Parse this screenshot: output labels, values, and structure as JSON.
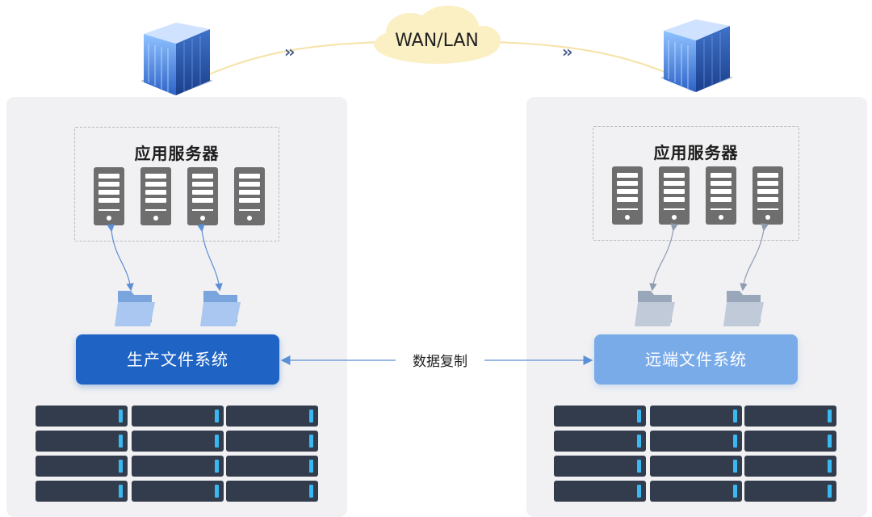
{
  "network": {
    "label": "WAN/LAN"
  },
  "left_site": {
    "server_group_title": "应用服务器",
    "file_system_label": "生产文件系统"
  },
  "right_site": {
    "server_group_title": "应用服务器",
    "file_system_label": "远端文件系统"
  },
  "replication": {
    "label": "数据复制"
  },
  "colors": {
    "primary_fs": "#1f64c4",
    "remote_fs": "#7aabe9",
    "disk": "#333c4c",
    "disk_led": "#39b8f2",
    "cloud": "#fbefc4"
  },
  "icons": [
    "building-icon",
    "cloud-icon",
    "server-icon",
    "folder-icon",
    "disk-drive-icon",
    "chevron-right-icon"
  ]
}
